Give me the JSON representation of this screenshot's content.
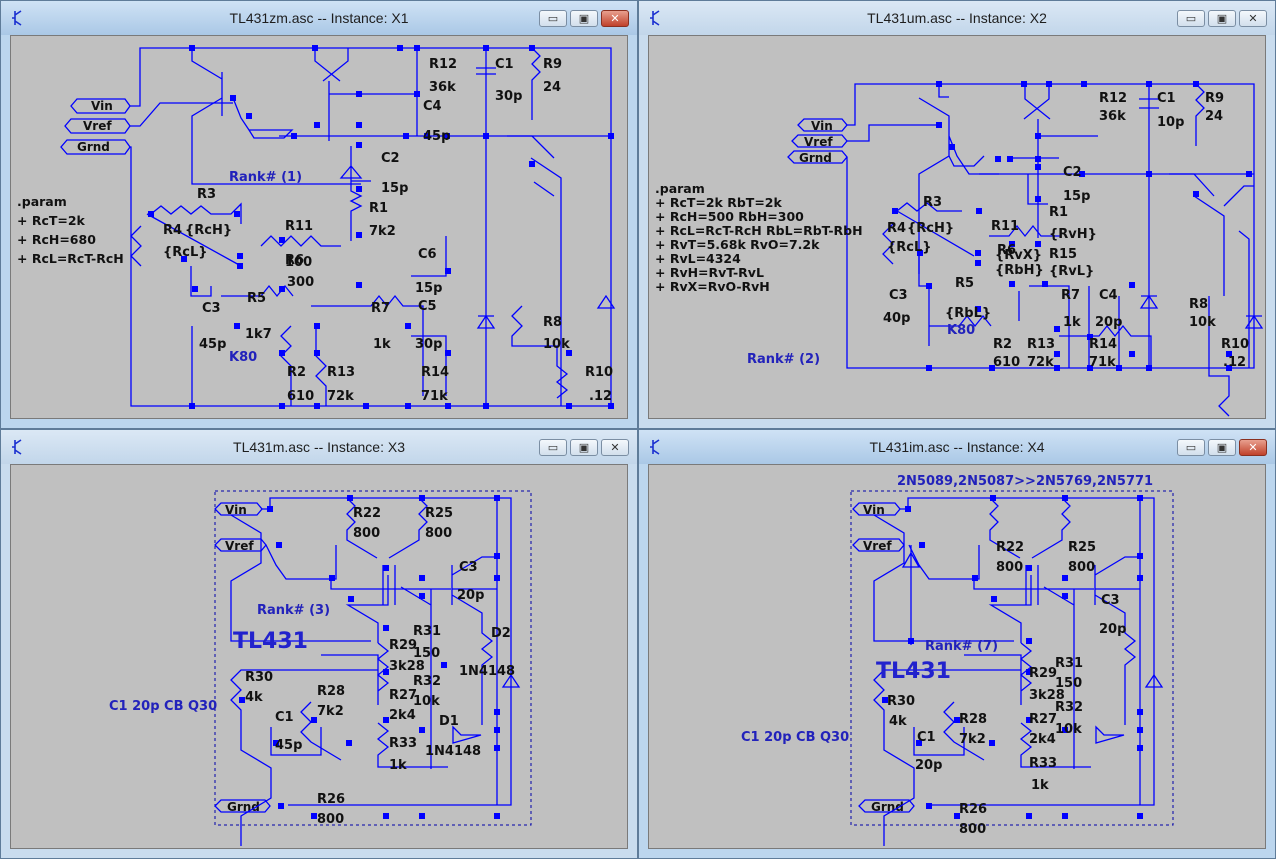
{
  "windows": [
    {
      "id": "X1",
      "title": "TL431zm.asc -- Instance: X1",
      "active": true,
      "ports": [
        "Vin",
        "Vref",
        "Grnd"
      ],
      "params": [
        ".param",
        "+ RcT=2k",
        "+ RcH=680",
        "+ RcL=RcT-RcH"
      ],
      "rank": "Rank# (1)",
      "model_label": "K80",
      "components": [
        {
          "ref": "R12",
          "value": "36k"
        },
        {
          "ref": "C4",
          "value": "45p"
        },
        {
          "ref": "C1",
          "value": "30p"
        },
        {
          "ref": "R9",
          "value": "24"
        },
        {
          "ref": "C2",
          "value": "15p"
        },
        {
          "ref": "R3",
          "value": ""
        },
        {
          "ref": "R4",
          "value": "{RcH}"
        },
        {
          "ref": "",
          "value": "{RcL}"
        },
        {
          "ref": "R11",
          "value": "100"
        },
        {
          "ref": "R6",
          "value": "300"
        },
        {
          "ref": "R1",
          "value": "7k2"
        },
        {
          "ref": "C6",
          "value": "15p"
        },
        {
          "ref": "C5",
          "value": "30p"
        },
        {
          "ref": "C3",
          "value": "45p"
        },
        {
          "ref": "R5",
          "value": "1k7"
        },
        {
          "ref": "R7",
          "value": "1k"
        },
        {
          "ref": "R8",
          "value": "10k"
        },
        {
          "ref": "R2",
          "value": "610"
        },
        {
          "ref": "R13",
          "value": "72k"
        },
        {
          "ref": "R14",
          "value": "71k"
        },
        {
          "ref": "R10",
          "value": ".12"
        }
      ]
    },
    {
      "id": "X2",
      "title": "TL431um.asc -- Instance: X2",
      "active": false,
      "ports": [
        "Vin",
        "Vref",
        "Grnd"
      ],
      "params": [
        ".param",
        "+ RcT=2k RbT=2k",
        "+ RcH=500 RbH=300",
        "+ RcL=RcT-RcH RbL=RbT-RbH",
        "+ RvT=5.68k RvO=7.2k",
        "+ RvL=4324",
        "+ RvH=RvT-RvL",
        "+ RvX=RvO-RvH"
      ],
      "rank": "Rank# (2)",
      "model_label": "K80",
      "components": [
        {
          "ref": "R12",
          "value": "36k"
        },
        {
          "ref": "C1",
          "value": "10p"
        },
        {
          "ref": "R9",
          "value": "24"
        },
        {
          "ref": "C2",
          "value": "15p"
        },
        {
          "ref": "R3",
          "value": ""
        },
        {
          "ref": "R4",
          "value": "{RcH}"
        },
        {
          "ref": "",
          "value": "{RcL}"
        },
        {
          "ref": "R11",
          "value": "{RvX}"
        },
        {
          "ref": "R6",
          "value": "{RbH}"
        },
        {
          "ref": "R1",
          "value": "{RvH}"
        },
        {
          "ref": "R15",
          "value": "{RvL}"
        },
        {
          "ref": "C3",
          "value": "40p"
        },
        {
          "ref": "R5",
          "value": "{RbL}"
        },
        {
          "ref": "R7",
          "value": "1k"
        },
        {
          "ref": "C4",
          "value": "20p"
        },
        {
          "ref": "R8",
          "value": "10k"
        },
        {
          "ref": "R2",
          "value": "610"
        },
        {
          "ref": "R13",
          "value": "72k"
        },
        {
          "ref": "R14",
          "value": "71k"
        },
        {
          "ref": "R10",
          "value": ".12"
        }
      ]
    },
    {
      "id": "X3",
      "title": "TL431m.asc -- Instance: X3",
      "active": false,
      "ports": [
        "Vin",
        "Vref",
        "Grnd"
      ],
      "rank": "Rank# (3)",
      "block_title": "TL431",
      "note": "C1 20p CB Q30",
      "components": [
        {
          "ref": "R22",
          "value": "800"
        },
        {
          "ref": "R25",
          "value": "800"
        },
        {
          "ref": "C3",
          "value": "20p"
        },
        {
          "ref": "R29",
          "value": "3k28"
        },
        {
          "ref": "R31",
          "value": "150"
        },
        {
          "ref": "D2",
          "value": "1N4148"
        },
        {
          "ref": "R30",
          "value": "4k"
        },
        {
          "ref": "R28",
          "value": "7k2"
        },
        {
          "ref": "R27",
          "value": "2k4"
        },
        {
          "ref": "R32",
          "value": "10k"
        },
        {
          "ref": "D1",
          "value": "1N4148"
        },
        {
          "ref": "C1",
          "value": "45p"
        },
        {
          "ref": "R33",
          "value": "1k"
        },
        {
          "ref": "R26",
          "value": "800"
        }
      ]
    },
    {
      "id": "X4",
      "title": "TL431im.asc -- Instance: X4",
      "active": true,
      "ports": [
        "Vin",
        "Vref",
        "Grnd"
      ],
      "rank": "Rank# (7)",
      "block_title": "TL431",
      "header_note": "2N5089,2N5087>>2N5769,2N5771",
      "note": "C1 20p CB Q30",
      "components": [
        {
          "ref": "R22",
          "value": "800"
        },
        {
          "ref": "R25",
          "value": "800"
        },
        {
          "ref": "C3",
          "value": "20p"
        },
        {
          "ref": "R29",
          "value": "3k28"
        },
        {
          "ref": "R31",
          "value": "150"
        },
        {
          "ref": "R30",
          "value": "4k"
        },
        {
          "ref": "R28",
          "value": "7k2"
        },
        {
          "ref": "R27",
          "value": "2k4"
        },
        {
          "ref": "R32",
          "value": "10k"
        },
        {
          "ref": "C1",
          "value": "20p"
        },
        {
          "ref": "R33",
          "value": "1k"
        },
        {
          "ref": "R26",
          "value": "800"
        }
      ]
    }
  ],
  "window_buttons": {
    "minimize": "▭",
    "maximize": "▣",
    "close": "✕"
  },
  "icons": {
    "app": "ltspice-transistor-icon"
  }
}
